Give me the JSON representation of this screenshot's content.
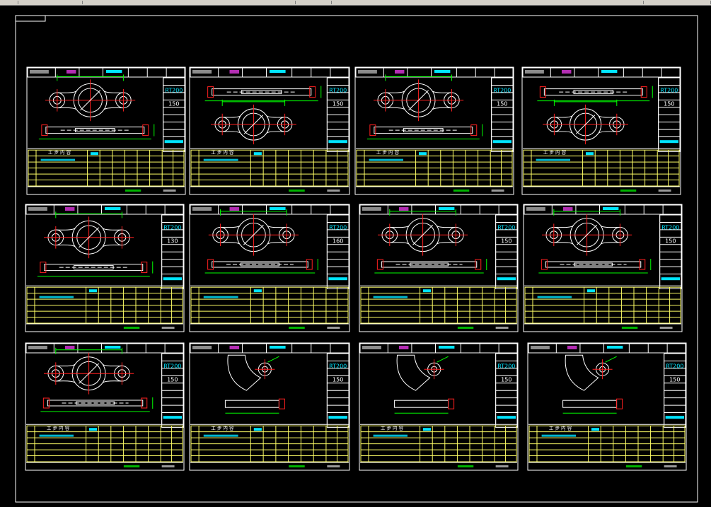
{
  "cards": [
    {
      "label": "RT200",
      "v1": "150",
      "header": "工 步 内 容"
    },
    {
      "label": "RT200",
      "v1": "150",
      "header": "工 步 内 容"
    },
    {
      "label": "RT200",
      "v1": "150",
      "header": "工 步 内 容"
    },
    {
      "label": "RT200",
      "v1": "150",
      "header": "工 步 内 容"
    },
    {
      "label": "RT200",
      "v1": "130",
      "header": ""
    },
    {
      "label": "RT200",
      "v1": "160",
      "header": ""
    },
    {
      "label": "RT200",
      "v1": "150",
      "header": ""
    },
    {
      "label": "RT200",
      "v1": "150",
      "header": ""
    },
    {
      "label": "RT200",
      "v1": "150",
      "header": "工 步 内 容"
    },
    {
      "label": "RT200",
      "v1": "150",
      "header": "工 步 内 容"
    },
    {
      "label": "RT200",
      "v1": "150",
      "header": "工 步 内 容"
    },
    {
      "label": "RT200",
      "v1": "150",
      "header": "工 步 内 容"
    }
  ],
  "colors": {
    "background": "#000000",
    "border": "#ffffff",
    "table_lines": "#ffff66",
    "part_outline": "#ffffff",
    "center_lines": "#ff2020",
    "dimensions": "#00ff00",
    "highlight": "#00e5ff",
    "magenta": "#ff40ff"
  }
}
